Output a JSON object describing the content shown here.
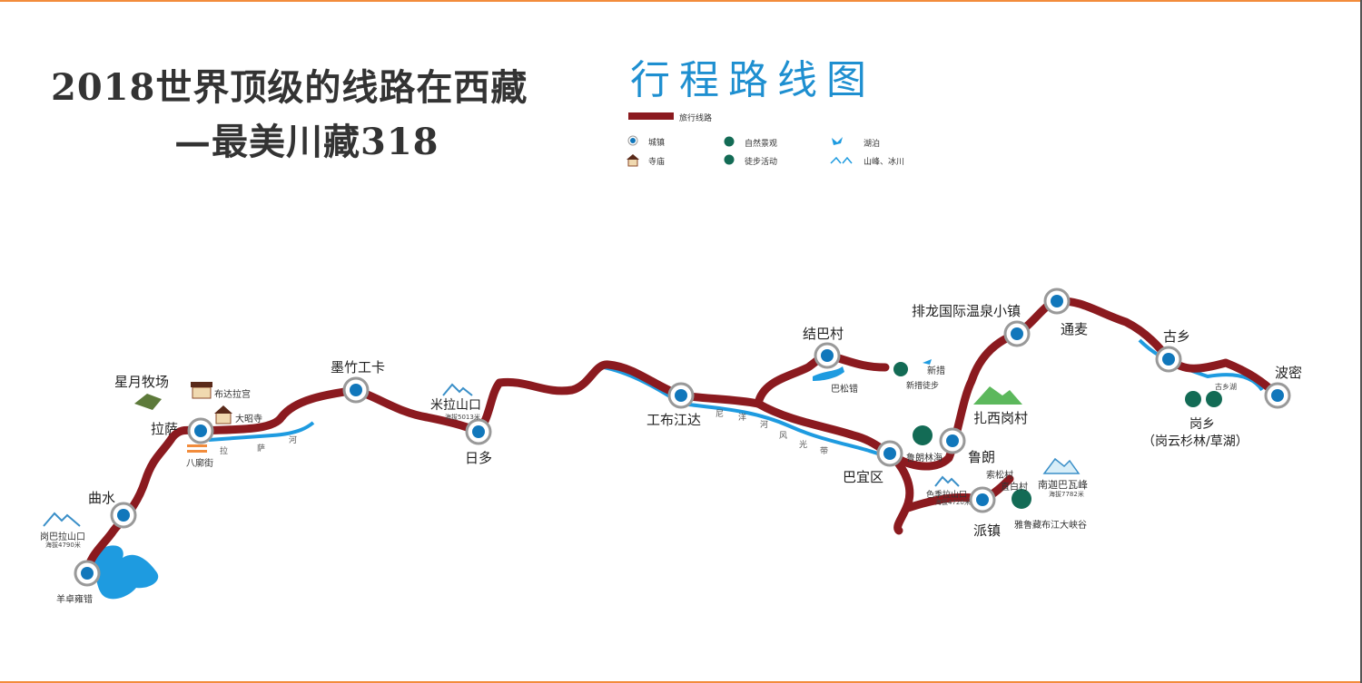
{
  "title": {
    "line1": "2018世界顶级的线路在西藏",
    "line2": "—最美川藏318"
  },
  "map_title": "行程路线图",
  "colors": {
    "route": "#8b1a1f",
    "river": "#1e9be0",
    "town_dot": "#1177bb",
    "green_icon": "#136b55",
    "border": "#f28c3c"
  },
  "legend": {
    "route": "旅行线路",
    "town": "城镇",
    "temple": "寺庙",
    "scenery": "自然景观",
    "hiking": "徒步活动",
    "lake": "湖泊",
    "mountain": "山峰、冰川"
  },
  "towns": {
    "yamdrok": "羊卓雍错",
    "qushui": "曲水",
    "lhasa": "拉萨",
    "maizhokunggar": "墨竹工卡",
    "riduo": "日多",
    "gongbo": "工布江达",
    "jieba": "结巴村",
    "bayi": "巴宜区",
    "lulang": "鲁朗",
    "paizhen": "派镇",
    "pailong": "排龙国际温泉小镇",
    "tongmai": "通麦",
    "guxiang": "古乡",
    "bomi": "波密"
  },
  "pois": {
    "xingyue": "星月牧场",
    "potala": "布达拉宫",
    "jokhang": "大昭寺",
    "barkhor": "八廓街",
    "kamba_pass": "岗巴拉山口",
    "kamba_alt": "海拔4790米",
    "mila_pass": "米拉山口",
    "mila_alt": "海拔5013米",
    "basum": "巴松错",
    "xincuo": "新措",
    "xincuo_hike": "新措徒步",
    "lulang_forest": "鲁朗林海",
    "zhaxi": "扎西岗村",
    "sejila": "色季拉山口",
    "sejila_alt": "海拔4720米",
    "suosong": "索松村",
    "zhibai": "直白村",
    "namcha": "南迦巴瓦峰",
    "namcha_alt": "海拔7782米",
    "yarlung": "雅鲁藏布江大峡谷",
    "guxiang_lake": "古乡湖",
    "gangxiang": "岗乡",
    "gangxiang_sub": "（岗云杉林/草湖）"
  },
  "rivers": {
    "lhasa_river": [
      "拉",
      "萨",
      "河"
    ],
    "nyang_river": [
      "尼",
      "洋",
      "河",
      "风",
      "光",
      "带"
    ]
  }
}
